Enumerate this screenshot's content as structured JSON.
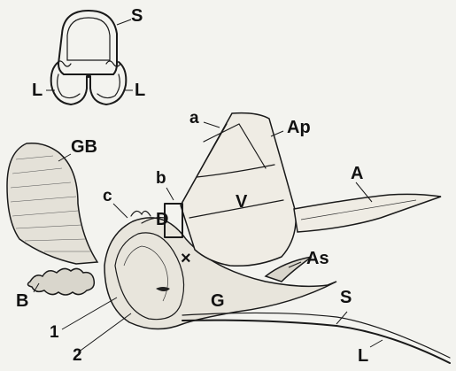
{
  "labels": {
    "S_top": "S",
    "L_left": "L",
    "L_right": "L",
    "a": "a",
    "Ap": "Ap",
    "GB": "GB",
    "b": "b",
    "c": "c",
    "D": "D",
    "V": "V",
    "A": "A",
    "As": "As",
    "x_mark": "×",
    "B": "B",
    "G": "G",
    "S_bottom": "S",
    "one": "1",
    "two": "2",
    "L_bottom": "L"
  }
}
